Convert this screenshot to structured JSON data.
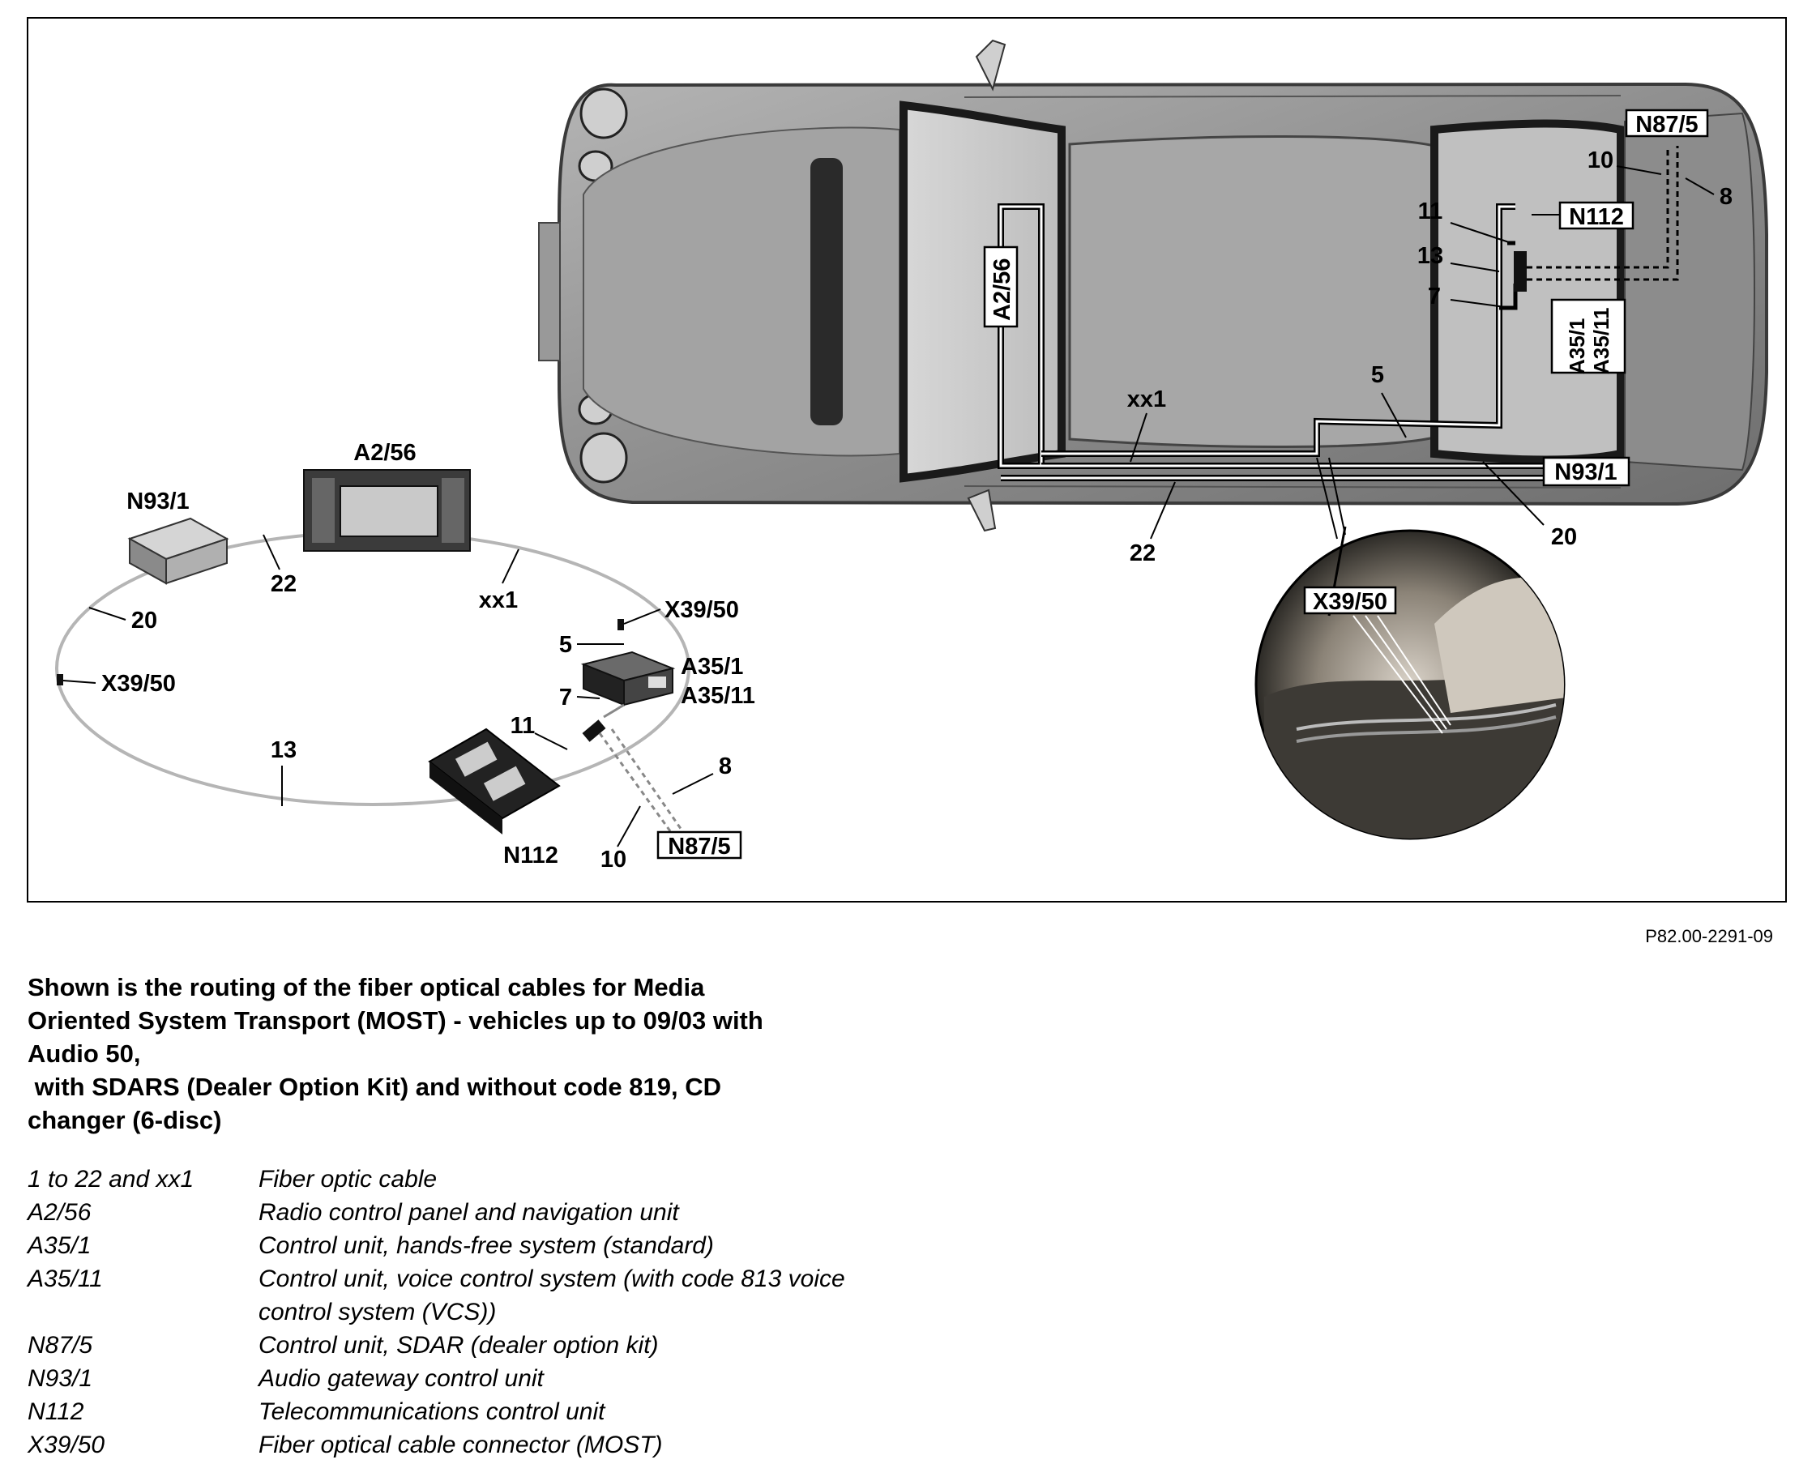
{
  "diagram": {
    "car_labels": {
      "n875": "N87/5",
      "n112": "N112",
      "a2_56": "A2/56",
      "a35": "A35/1\nA35/11",
      "n93_1": "N93/1",
      "x39_50": "X39/50",
      "c10": "10",
      "c8": "8",
      "c11": "11",
      "c13": "13",
      "c7": "7",
      "c5": "5",
      "xx1": "xx1",
      "c22": "22",
      "c20": "20"
    },
    "ring_labels": {
      "n93_1": "N93/1",
      "a2_56": "A2/56",
      "c22": "22",
      "xx1": "xx1",
      "c20": "20",
      "x39_50_top": "X39/50",
      "c5": "5",
      "a35_1": "A35/1",
      "a35_11": "A35/11",
      "c7": "7",
      "x39_50_left": "X39/50",
      "c11": "11",
      "c13": "13",
      "c8": "8",
      "n112": "N112",
      "c10": "10",
      "n875": "N87/5"
    }
  },
  "reference": "P82.00-2291-09",
  "caption": [
    "Shown is the routing of the fiber optical cables for Media",
    "Oriented System Transport (MOST) - vehicles up to 09/03 with",
    "Audio 50,",
    " with SDARS (Dealer Option Kit) and without code 819, CD",
    "changer (6-disc)"
  ],
  "legend": [
    {
      "code": "1 to 22 and xx1",
      "desc": "Fiber optic cable"
    },
    {
      "code": "A2/56",
      "desc": "Radio control panel and navigation unit"
    },
    {
      "code": "A35/1",
      "desc": "Control unit, hands-free system (standard)"
    },
    {
      "code": "A35/11",
      "desc": "Control unit, voice control system (with code 813 voice control system (VCS))"
    },
    {
      "code": "N87/5",
      "desc": "Control unit, SDAR (dealer option kit)"
    },
    {
      "code": "N93/1",
      "desc": "Audio gateway control unit"
    },
    {
      "code": "N112",
      "desc": "Telecommunications control unit"
    },
    {
      "code": "X39/50",
      "desc": "Fiber optical cable connector (MOST)"
    }
  ]
}
